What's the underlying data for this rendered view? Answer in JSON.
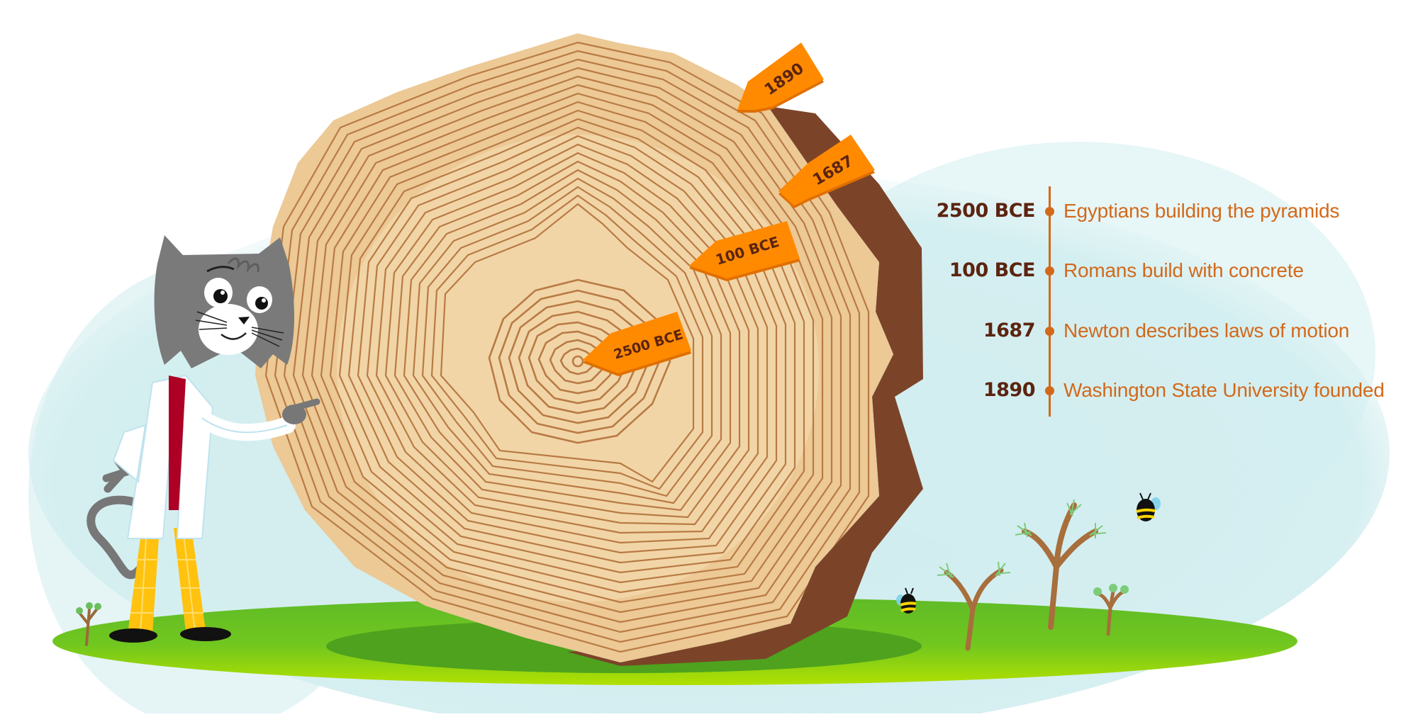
{
  "illustration": {
    "subject": "Tree ring cross-section timeline",
    "colors": {
      "wood": "#ecc995",
      "wood_light": "#f5dfb4",
      "ring_line": "#b97a45",
      "bark": "#7b4429",
      "tag_orange": "#ff8a00",
      "tag_shadow": "#e06f00",
      "tag_text": "#5b2410",
      "sky_patch": "#d3eef0",
      "grass": "#6cc225",
      "grass_light": "#a8dd0c",
      "grass_shadow": "#4ea21e",
      "timeline_accent": "#d2691a",
      "timeline_year": "#5b2410"
    }
  },
  "ring_tags": [
    {
      "label": "2500 BCE"
    },
    {
      "label": "100 BCE"
    },
    {
      "label": "1687"
    },
    {
      "label": "1890"
    }
  ],
  "timeline": {
    "events": [
      {
        "year": "2500 BCE",
        "description": "Egyptians building the pyramids"
      },
      {
        "year": "100 BCE",
        "description": "Romans build with concrete"
      },
      {
        "year": "1687",
        "description": "Newton describes laws of motion"
      },
      {
        "year": "1890",
        "description": "Washington State University founded"
      }
    ]
  },
  "characters": {
    "scientist_cat": "cat-in-lab-coat",
    "bees": [
      "bee-left",
      "bee-right"
    ]
  }
}
